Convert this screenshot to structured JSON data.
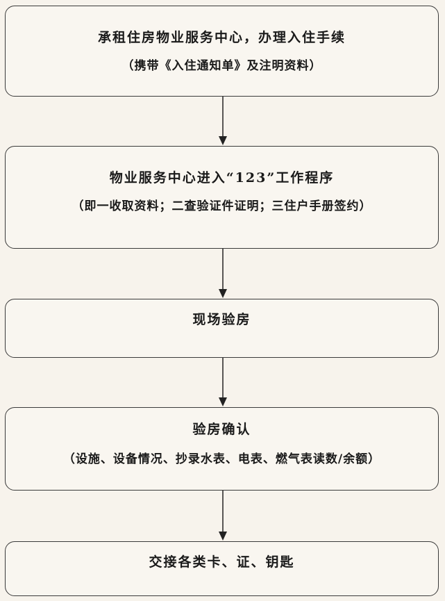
{
  "flowchart": {
    "steps": [
      {
        "title": "承租住房物业服务中心，办理入住手续",
        "note": "（携带《入住通知单》及注明资料）"
      },
      {
        "title": "物业服务中心进入“123”工作程序",
        "note": "（即一收取资料；二查验证件证明；三住户手册签约）"
      },
      {
        "title": "现场验房"
      },
      {
        "title": "验房确认",
        "note": "（设施、设备情况、抄录水表、电表、燃气表读数/余额）"
      },
      {
        "title": "交接各类卡、证、钥匙"
      }
    ],
    "colors": {
      "border": "#3a3a3a",
      "background": "#f7f3ec",
      "text": "#1a1a1a",
      "arrow": "#222222"
    }
  }
}
